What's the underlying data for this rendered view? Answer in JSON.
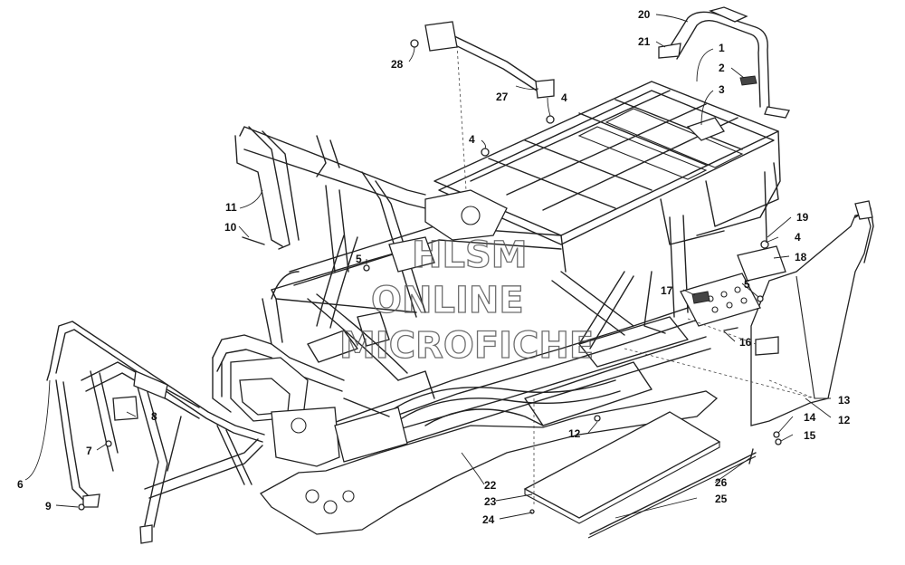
{
  "diagram": {
    "watermark": [
      "HLSM",
      "ONLINE",
      "MICROFICHE"
    ],
    "callouts": [
      {
        "id": "c1",
        "label": "1"
      },
      {
        "id": "c2",
        "label": "2"
      },
      {
        "id": "c3",
        "label": "3"
      },
      {
        "id": "c4a",
        "label": "4"
      },
      {
        "id": "c4b",
        "label": "4"
      },
      {
        "id": "c4c",
        "label": "4"
      },
      {
        "id": "c5a",
        "label": "5"
      },
      {
        "id": "c5b",
        "label": "5"
      },
      {
        "id": "c6",
        "label": "6"
      },
      {
        "id": "c7",
        "label": "7"
      },
      {
        "id": "c8",
        "label": "8"
      },
      {
        "id": "c9",
        "label": "9"
      },
      {
        "id": "c10",
        "label": "10"
      },
      {
        "id": "c11",
        "label": "11"
      },
      {
        "id": "c12a",
        "label": "12"
      },
      {
        "id": "c12b",
        "label": "12"
      },
      {
        "id": "c13",
        "label": "13"
      },
      {
        "id": "c14",
        "label": "14"
      },
      {
        "id": "c15",
        "label": "15"
      },
      {
        "id": "c16",
        "label": "16"
      },
      {
        "id": "c17",
        "label": "17"
      },
      {
        "id": "c18",
        "label": "18"
      },
      {
        "id": "c19",
        "label": "19"
      },
      {
        "id": "c20",
        "label": "20"
      },
      {
        "id": "c21",
        "label": "21"
      },
      {
        "id": "c22",
        "label": "22"
      },
      {
        "id": "c23",
        "label": "23"
      },
      {
        "id": "c24",
        "label": "24"
      },
      {
        "id": "c25",
        "label": "25"
      },
      {
        "id": "c26",
        "label": "26"
      },
      {
        "id": "c27",
        "label": "27"
      },
      {
        "id": "c28",
        "label": "28"
      }
    ]
  }
}
